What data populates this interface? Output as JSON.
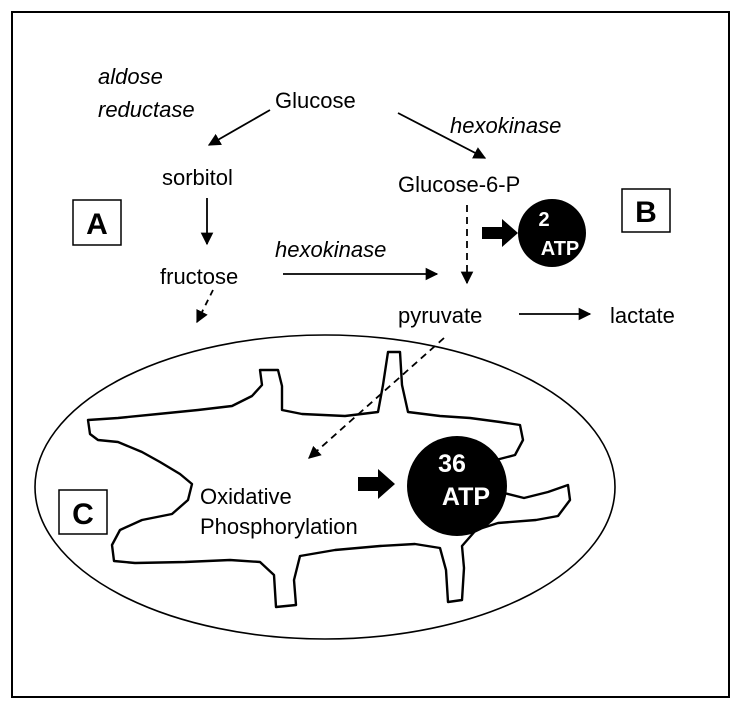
{
  "labels": {
    "glucose": "Glucose",
    "aldose_reductase_line1": "aldose",
    "aldose_reductase_line2": "reductase",
    "hexokinase_top": "hexokinase",
    "sorbitol": "sorbitol",
    "glucose6p": "Glucose-6-P",
    "fructose": "fructose",
    "hexokinase_mid": "hexokinase",
    "pyruvate": "pyruvate",
    "lactate": "lactate",
    "oxidative_line1": "Oxidative",
    "oxidative_line2": "Phosphorylation"
  },
  "boxes": {
    "a": "A",
    "b": "B",
    "c": "C"
  },
  "atp_small": {
    "count": "2",
    "unit": "ATP"
  },
  "atp_large": {
    "count": "36",
    "unit": "ATP"
  }
}
